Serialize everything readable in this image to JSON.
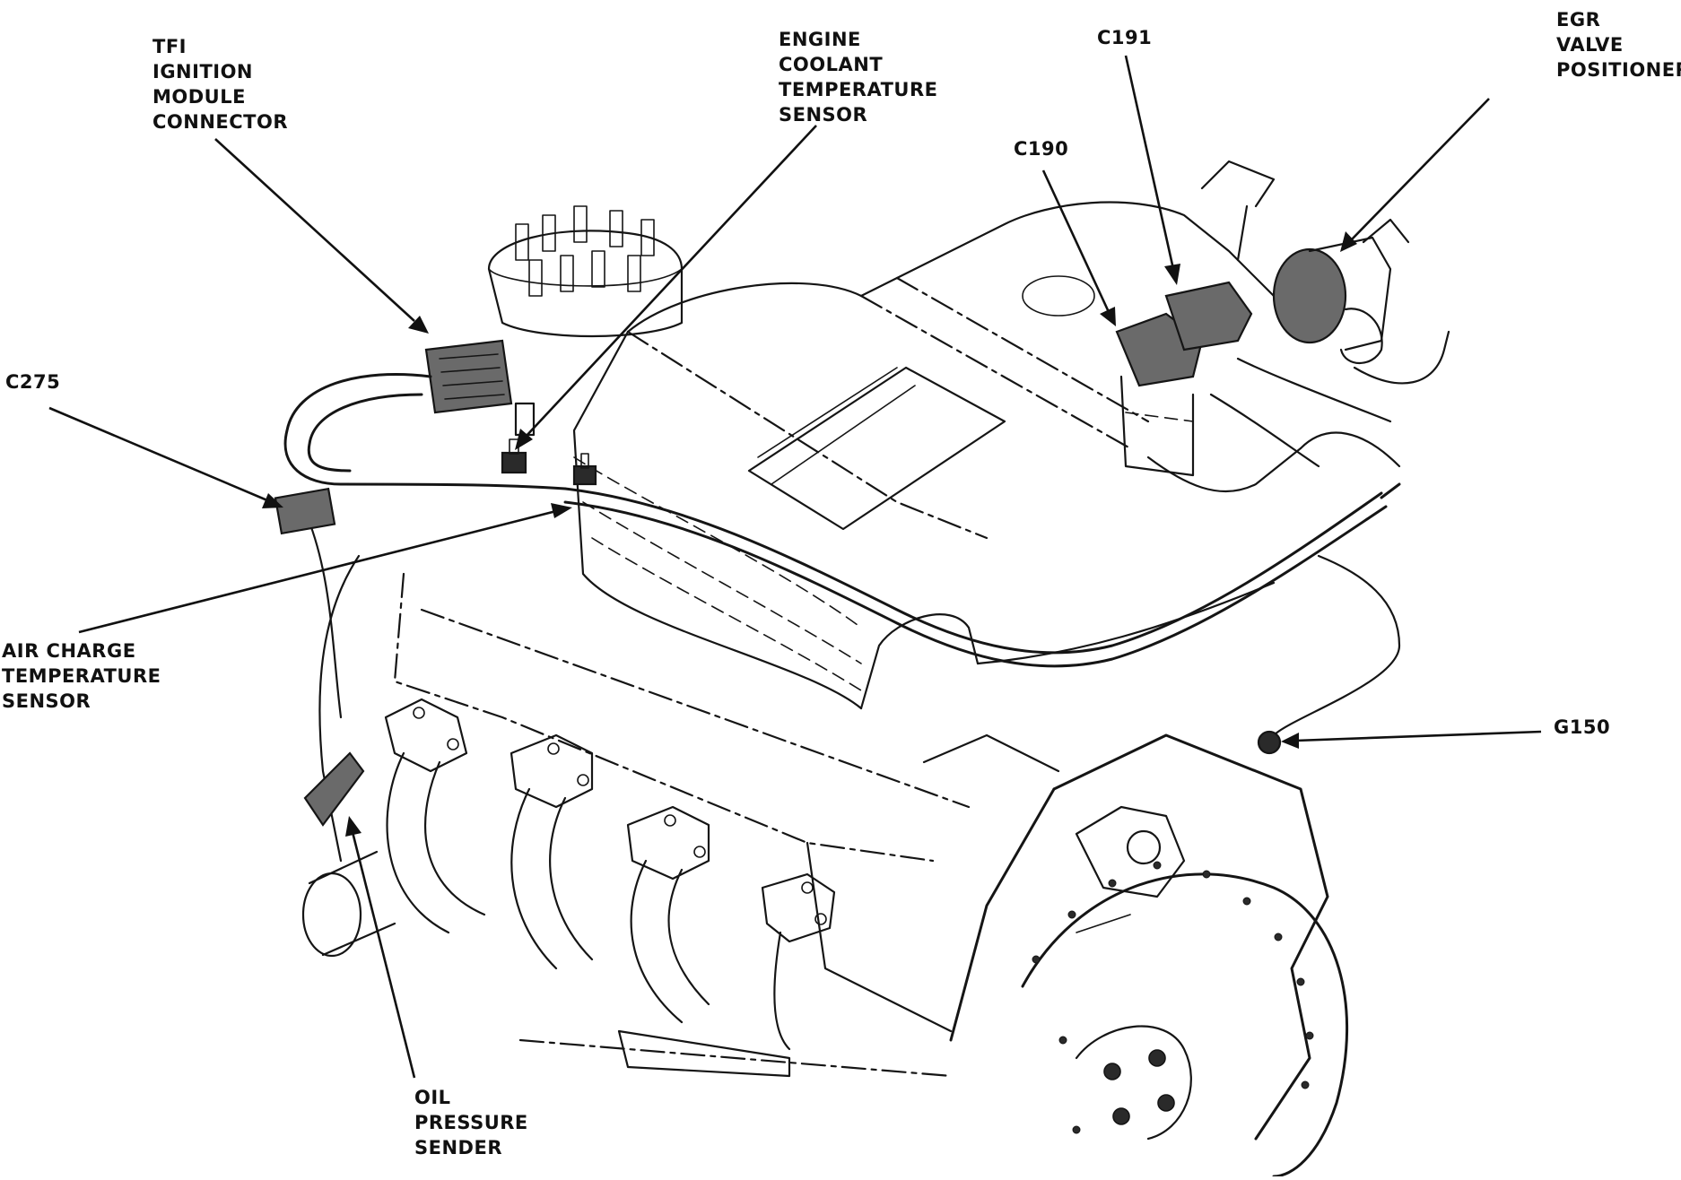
{
  "labels": {
    "tfi": [
      "TFI",
      "IGNITION",
      "MODULE",
      "CONNECTOR"
    ],
    "ect": [
      "ENGINE",
      "COOLANT",
      "TEMPERATURE",
      "SENSOR"
    ],
    "c191": [
      "C191"
    ],
    "egr": [
      "EGR",
      "VALVE",
      "POSITIONER"
    ],
    "c190": [
      "C190"
    ],
    "c275": [
      "C275"
    ],
    "act": [
      "AIR CHARGE",
      "TEMPERATURE",
      "SENSOR"
    ],
    "g150": [
      "G150"
    ],
    "ops": [
      "OIL",
      "PRESSURE",
      "SENDER"
    ]
  },
  "colors": {
    "ink": "#151515",
    "paper": "#ffffff"
  }
}
